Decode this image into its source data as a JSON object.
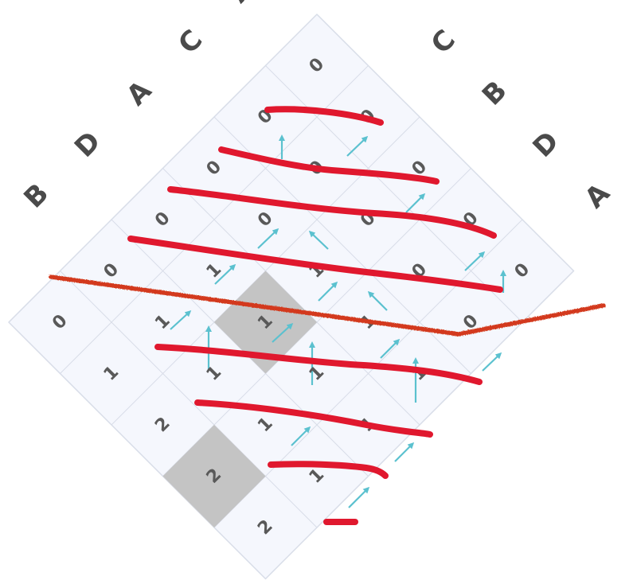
{
  "sequences": {
    "left": [
      "A",
      "C",
      "A",
      "D",
      "B"
    ],
    "right": [
      "C",
      "B",
      "D",
      "A"
    ]
  },
  "table": {
    "rows": [
      [
        "0",
        "0",
        "0",
        "0",
        "0"
      ],
      [
        "0",
        "0",
        "0",
        "0",
        "0"
      ],
      [
        "0",
        "0",
        "1",
        "1",
        "1"
      ],
      [
        "0",
        "1",
        "1",
        "1",
        "1"
      ],
      [
        "0",
        "1",
        "1",
        "1",
        "1"
      ],
      [
        "0",
        "1",
        "2",
        "2",
        "2"
      ]
    ]
  },
  "highlighted_cells": [
    [
      3,
      2
    ],
    [
      5,
      3
    ]
  ],
  "colors": {
    "grid_fill": "#f5f7fd",
    "grid_line": "#d8dde8",
    "highlight": "#c4c4c4",
    "arrow": "#5bc1cf",
    "pen_mark": "#e0182e",
    "divider_mark": "#d33a1f",
    "letters": "#4a4a4a"
  },
  "annotations": {
    "arrows": "up / up-right arrows between cells",
    "strikethroughs": "hand-drawn red lines across rows",
    "divider": "red dotted line separating zeros from ones"
  }
}
